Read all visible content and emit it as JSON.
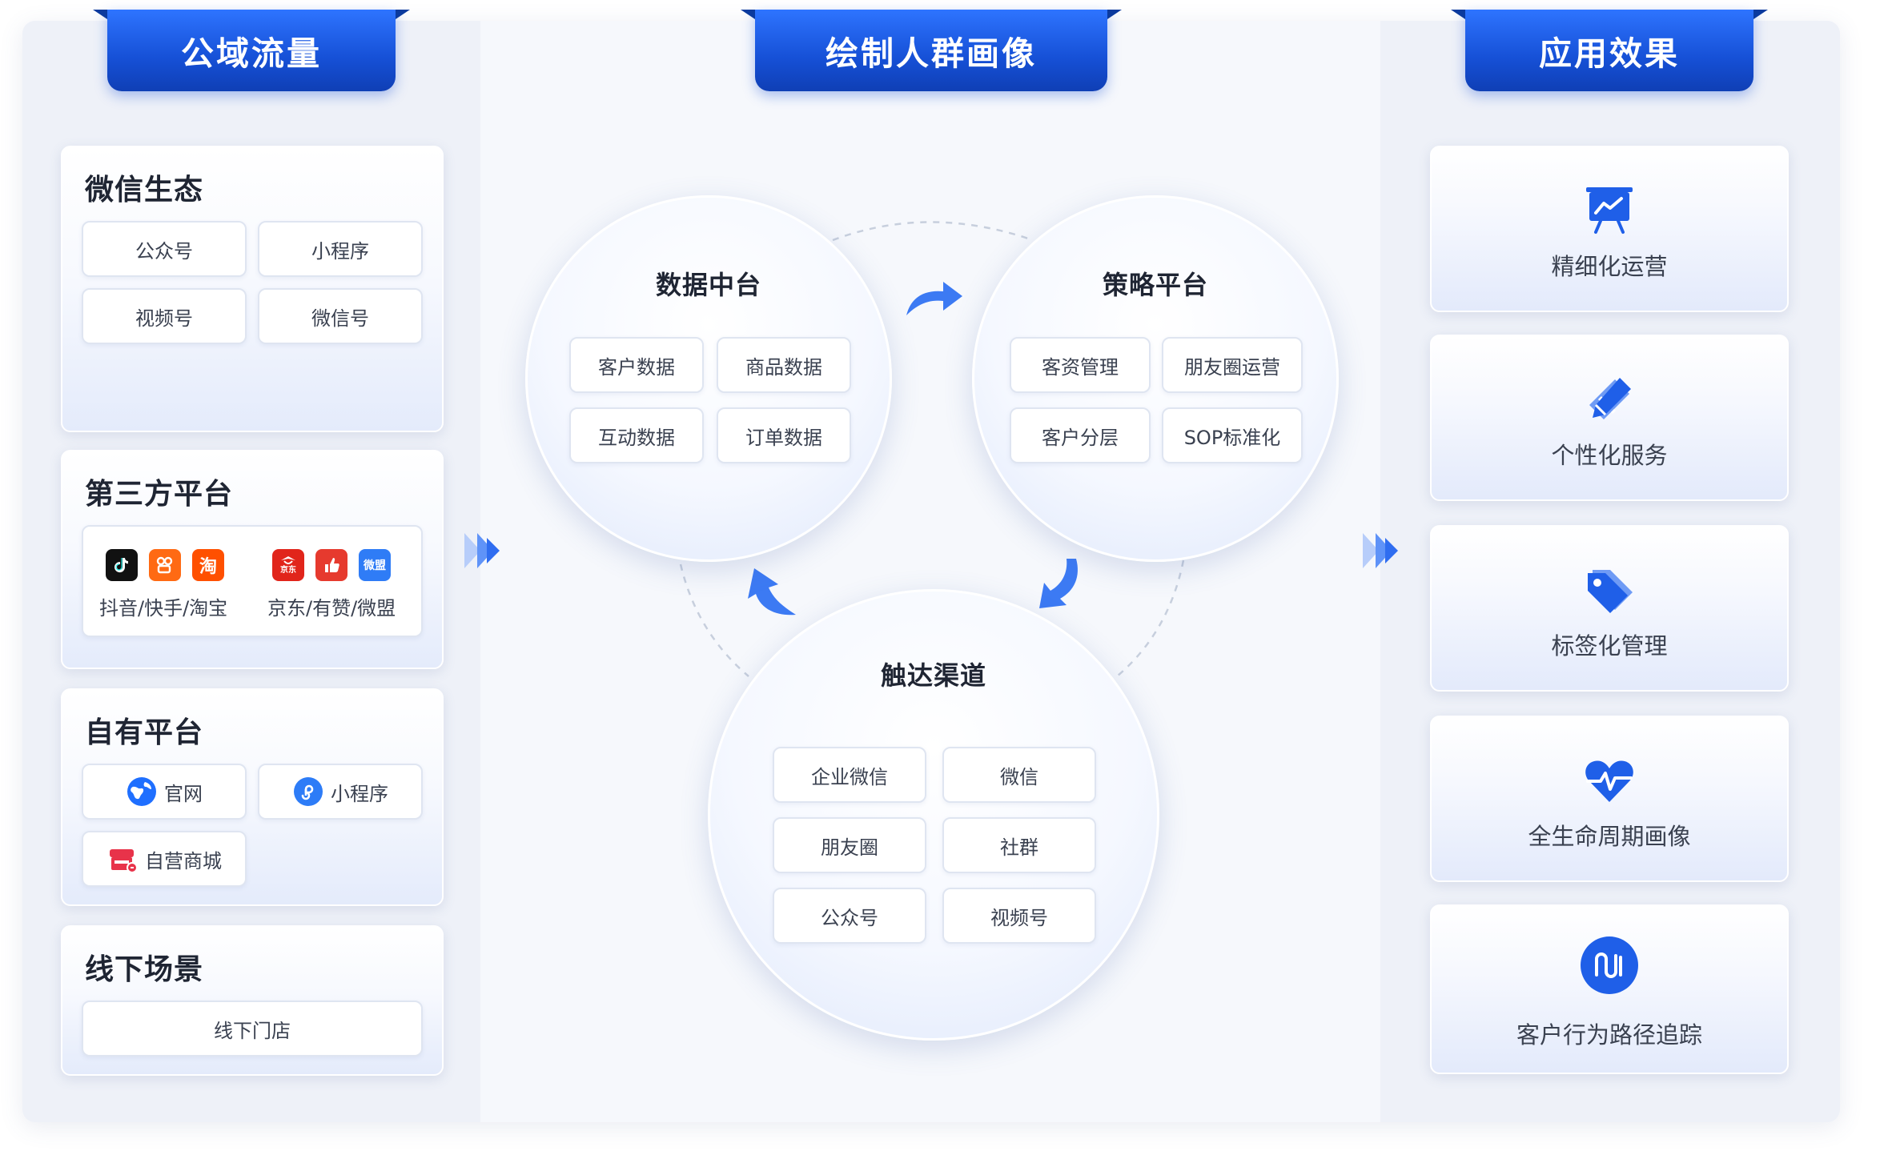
{
  "columns": {
    "left_title": "公域流量",
    "mid_title": "绘制人群画像",
    "right_title": "应用效果"
  },
  "left_cards": {
    "wechat": {
      "title": "微信生态",
      "items": [
        "公众号",
        "小程序",
        "视频号",
        "微信号"
      ]
    },
    "third_party": {
      "title": "第三方平台",
      "group1_label": "抖音/快手/淘宝",
      "group2_label": "京东/有赞/微盟",
      "icons": [
        "douyin-icon",
        "kuaishou-icon",
        "taobao-icon",
        "jd-icon",
        "youzan-icon",
        "weimeng-icon"
      ],
      "icon_glyphs": {
        "taobao": "淘",
        "jd": "京东",
        "weimeng": "微盟"
      }
    },
    "own_platform": {
      "title": "自有平台",
      "items": [
        "官网",
        "小程序",
        "自营商城"
      ]
    },
    "offline": {
      "title": "线下场景",
      "items": [
        "线下门店"
      ]
    }
  },
  "circles": {
    "data_platform": {
      "title": "数据中台",
      "items": [
        "客户数据",
        "商品数据",
        "互动数据",
        "订单数据"
      ]
    },
    "strategy_platform": {
      "title": "策略平台",
      "items": [
        "客资管理",
        "朋友圈运营",
        "客户分层",
        "SOP标准化"
      ]
    },
    "reach_channels": {
      "title": "触达渠道",
      "items": [
        "企业微信",
        "微信",
        "朋友圈",
        "社群",
        "公众号",
        "视频号"
      ]
    }
  },
  "right_cards": [
    {
      "label": "精细化运营",
      "icon": "chart-board-icon"
    },
    {
      "label": "个性化服务",
      "icon": "pencil-ruler-icon"
    },
    {
      "label": "标签化管理",
      "icon": "tag-icon"
    },
    {
      "label": "全生命周期画像",
      "icon": "heart-pulse-icon"
    },
    {
      "label": "客户行为路径追踪",
      "icon": "path-icon"
    }
  ],
  "colors": {
    "primary": "#1f5fe8",
    "banner_dark": "#0f3fb5",
    "douyin": "#111111",
    "kuaishou": "#ff6a13",
    "taobao": "#ff5000",
    "jd": "#e1251b",
    "youzan": "#e63a2e",
    "weimeng": "#2f7cf6",
    "mall": "#e8334a"
  }
}
